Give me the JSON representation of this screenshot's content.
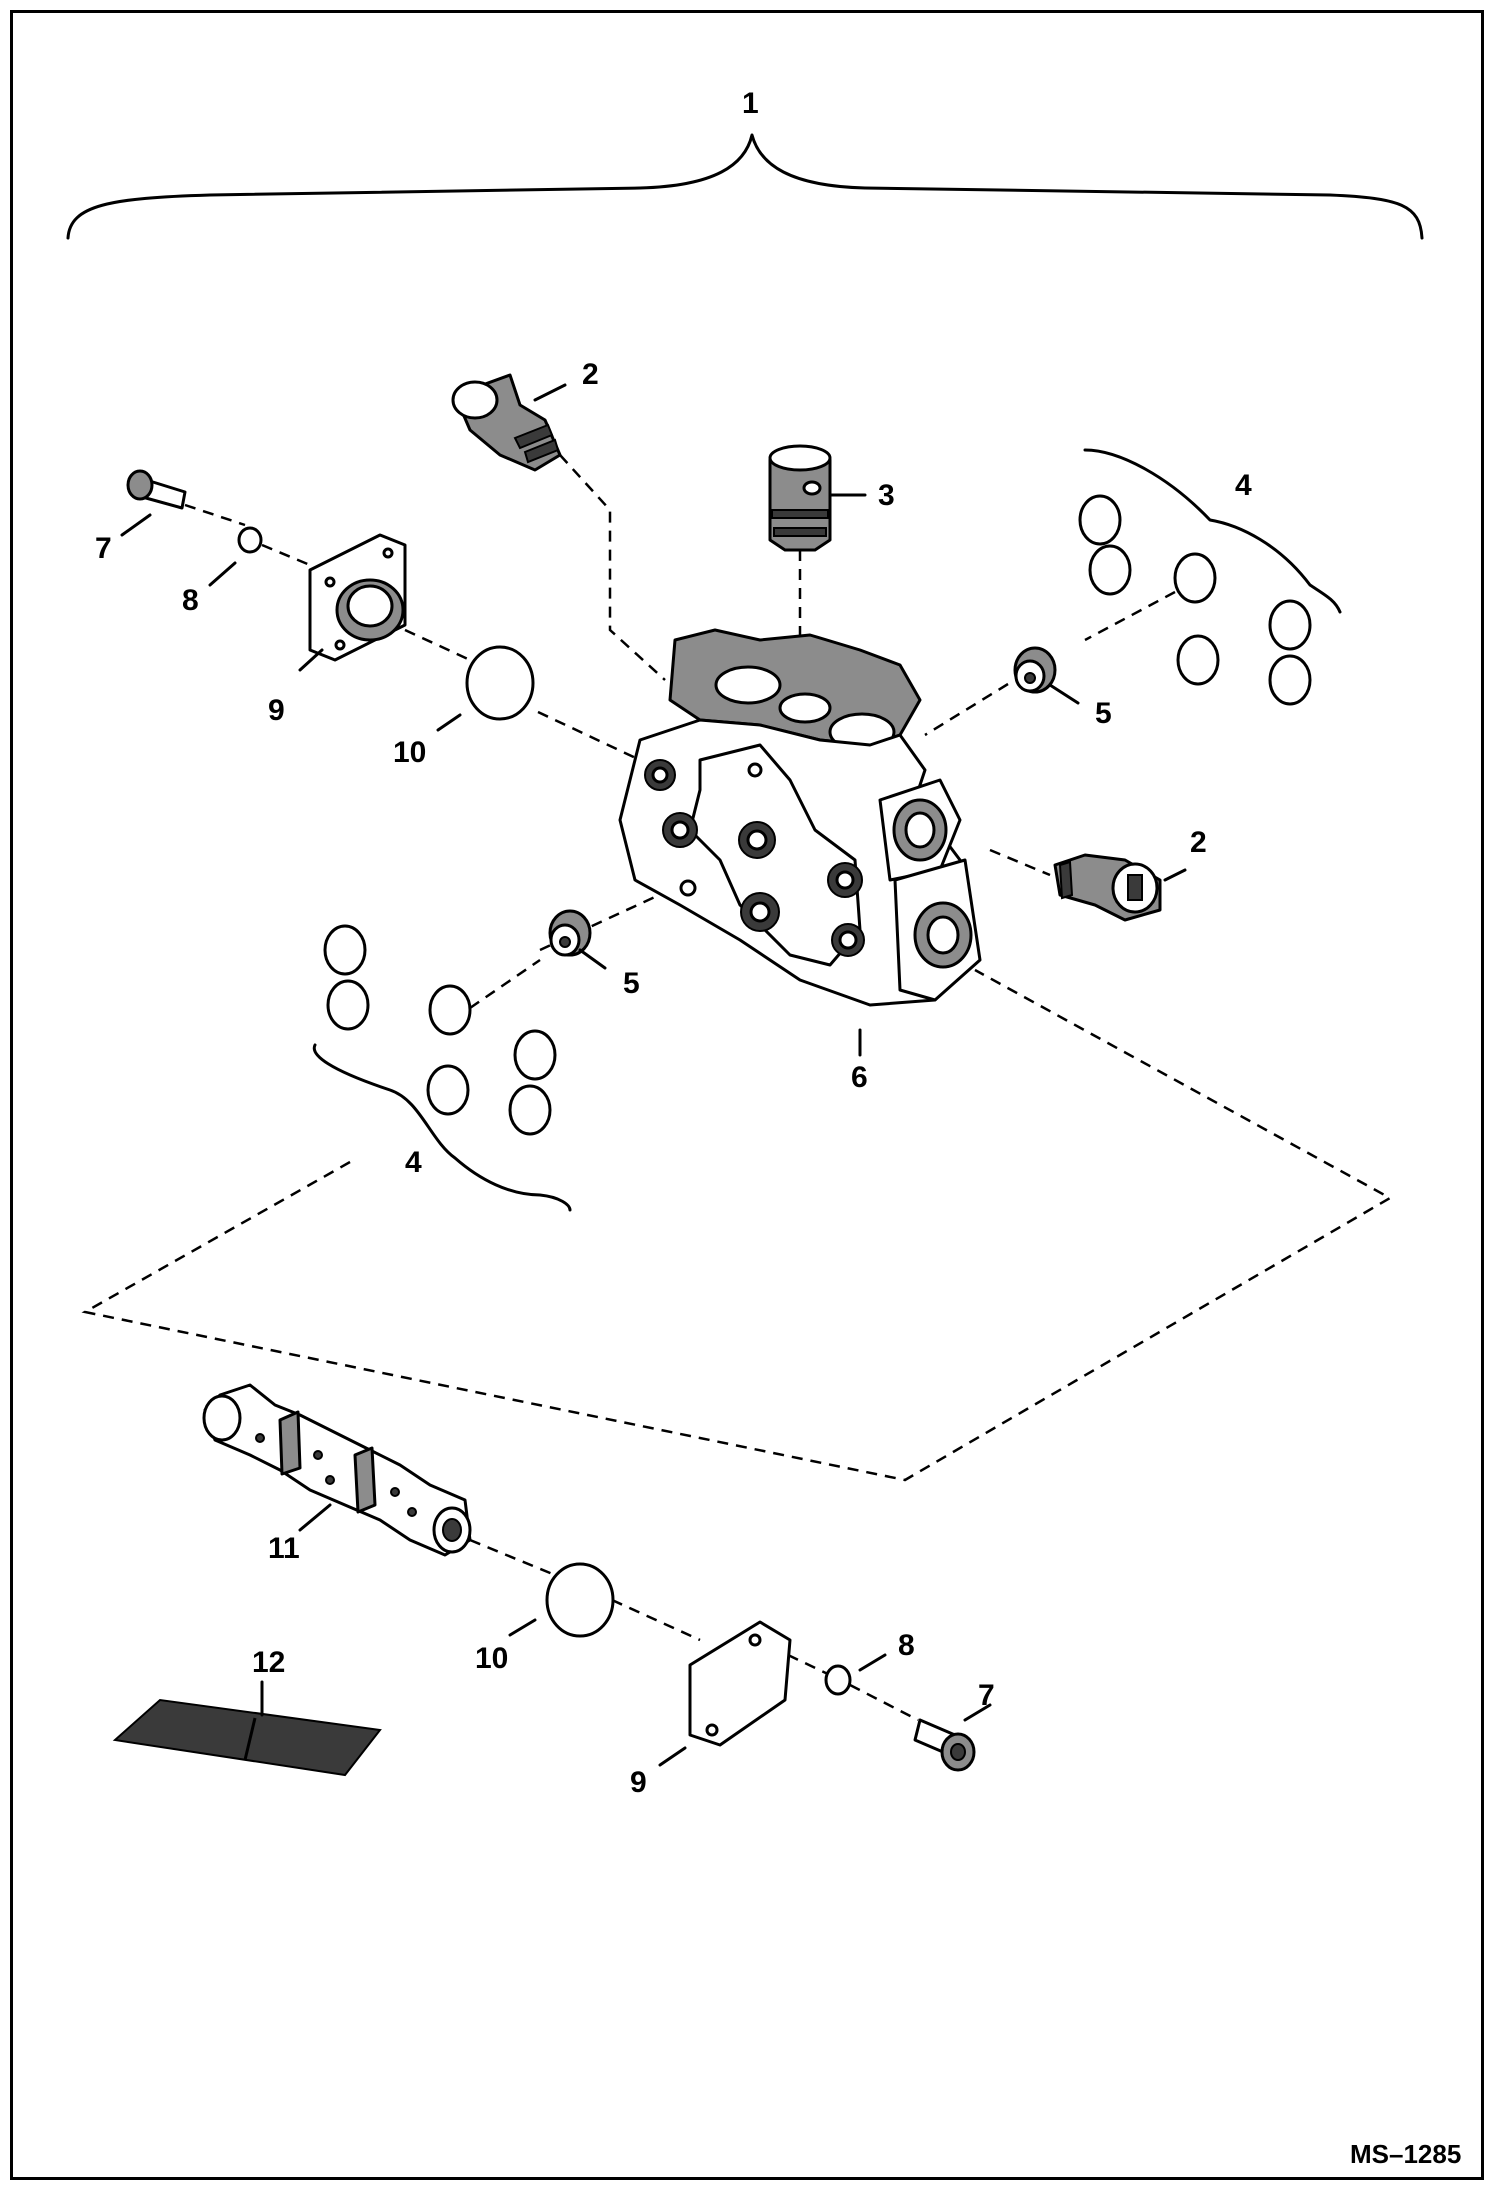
{
  "diagram": {
    "drawing_code": "MS–1285",
    "callouts": [
      {
        "id": "c1",
        "text": "1"
      },
      {
        "id": "c2a",
        "text": "2"
      },
      {
        "id": "c2b",
        "text": "2"
      },
      {
        "id": "c3",
        "text": "3"
      },
      {
        "id": "c4a",
        "text": "4"
      },
      {
        "id": "c4b",
        "text": "4"
      },
      {
        "id": "c5a",
        "text": "5"
      },
      {
        "id": "c5b",
        "text": "5"
      },
      {
        "id": "c6",
        "text": "6"
      },
      {
        "id": "c7a",
        "text": "7"
      },
      {
        "id": "c7b",
        "text": "7"
      },
      {
        "id": "c8a",
        "text": "8"
      },
      {
        "id": "c8b",
        "text": "8"
      },
      {
        "id": "c9a",
        "text": "9"
      },
      {
        "id": "c9b",
        "text": "9"
      },
      {
        "id": "c10a",
        "text": "10"
      },
      {
        "id": "c10b",
        "text": "10"
      },
      {
        "id": "c11",
        "text": "11"
      },
      {
        "id": "c12",
        "text": "12"
      }
    ]
  }
}
